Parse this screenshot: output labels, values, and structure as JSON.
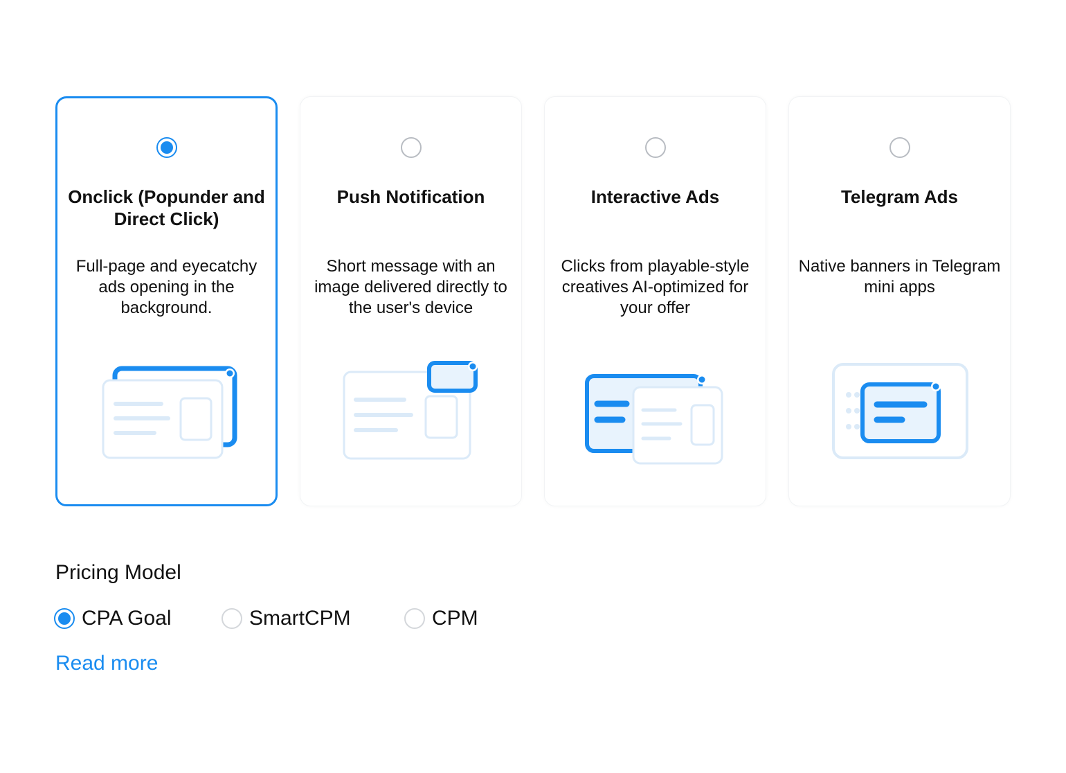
{
  "ad_formats": [
    {
      "title": "Onclick (Popunder and Direct Click)",
      "description": "Full-page and eyecatchy ads opening in the background.",
      "selected": true,
      "icon": "popunder-window-icon"
    },
    {
      "title": "Push Notification",
      "description": "Short message with an image delivered directly to the user's device",
      "selected": false,
      "icon": "push-notification-icon"
    },
    {
      "title": "Interactive Ads",
      "description": "Clicks from playable-style creatives AI-optimized for your offer",
      "selected": false,
      "icon": "interactive-ad-icon"
    },
    {
      "title": "Telegram Ads",
      "description": "Native banners in Telegram mini apps",
      "selected": false,
      "icon": "telegram-banner-icon"
    }
  ],
  "pricing": {
    "title": "Pricing Model",
    "options": [
      {
        "label": "CPA Goal",
        "checked": true
      },
      {
        "label": "SmartCPM",
        "checked": false
      },
      {
        "label": "CPM",
        "checked": false
      }
    ],
    "read_more": "Read more"
  },
  "colors": {
    "accent": "#1a8cf0",
    "accent_light": "#e8f3fd",
    "illustration_line": "#dbeaf8",
    "radio_border": "#b8bcc2"
  }
}
